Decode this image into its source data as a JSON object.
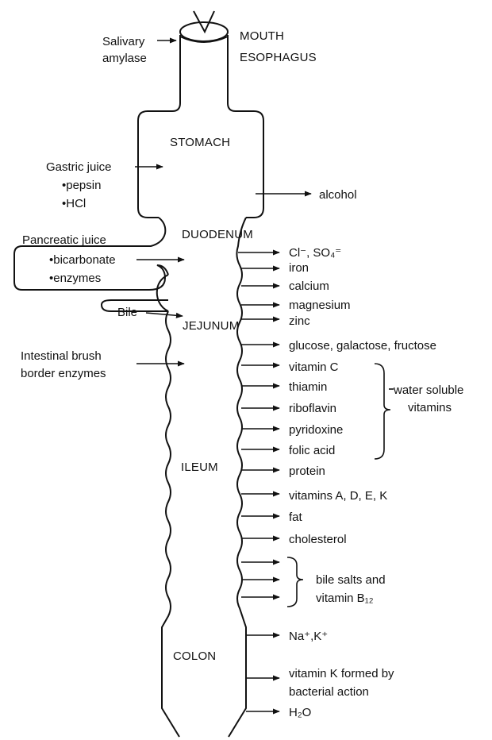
{
  "organs": {
    "mouth": "MOUTH",
    "esophagus": "ESOPHAGUS",
    "stomach": "STOMACH",
    "duodenum": "DUODENUM",
    "jejunum": "JEJUNUM",
    "ileum": "ILEUM",
    "colon": "COLON"
  },
  "inputs": {
    "salivary": [
      "Salivary",
      "amylase"
    ],
    "gastric": [
      "Gastric juice",
      "•pepsin",
      "•HCl"
    ],
    "pancreatic": [
      "Pancreatic  juice",
      "•bicarbonate",
      "•enzymes"
    ],
    "bile": "Bile",
    "brush_border": [
      "Intestinal brush",
      "border enzymes"
    ]
  },
  "absorbed": {
    "alcohol": "alcohol",
    "cl_so4": "Cl⁻, SO₄⁼",
    "iron": "iron",
    "calcium": "calcium",
    "magnesium": "magnesium",
    "zinc": "zinc",
    "sugars": "glucose, galactose, fructose",
    "vitamin_c": "vitamin C",
    "thiamin": "thiamin",
    "riboflavin": "riboflavin",
    "pyridoxine": "pyridoxine",
    "folic_acid": "folic acid",
    "protein": "protein",
    "fat_soluble": "vitamins A, D, E, K",
    "fat": "fat",
    "cholesterol": "cholesterol",
    "na_k": "Na⁺,K⁺",
    "vitamin_k": [
      "vitamin K formed by",
      "bacterial action"
    ],
    "water": "H₂O"
  },
  "groups": {
    "water_soluble": [
      "water soluble",
      "vitamins"
    ],
    "bile_salts": [
      "bile salts and",
      "vitamin B₁₂"
    ]
  }
}
